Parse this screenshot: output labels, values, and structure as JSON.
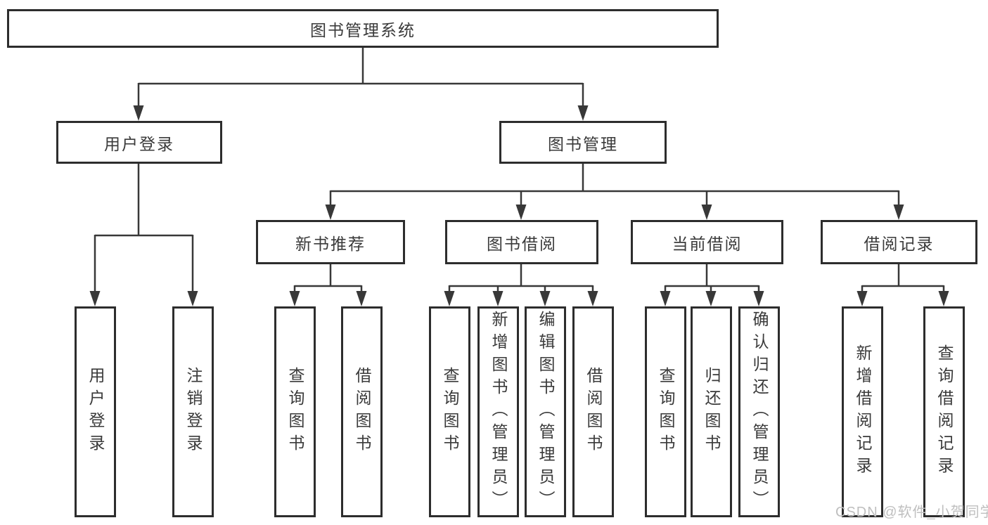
{
  "diagram": {
    "title": "图书管理系统",
    "root": {
      "label": "图书管理系统"
    },
    "branches": [
      {
        "label": "用户登录",
        "children": [
          {
            "label": "用户登录"
          },
          {
            "label": "注销登录"
          }
        ]
      },
      {
        "label": "图书管理",
        "children": [
          {
            "label": "新书推荐",
            "children": [
              {
                "label": "查询图书"
              },
              {
                "label": "借阅图书"
              }
            ]
          },
          {
            "label": "图书借阅",
            "children": [
              {
                "label": "查询图书"
              },
              {
                "label": "新增图书（管理员）"
              },
              {
                "label": "编辑图书（管理员）"
              },
              {
                "label": "借阅图书"
              }
            ]
          },
          {
            "label": "当前借阅",
            "children": [
              {
                "label": "查询图书"
              },
              {
                "label": "归还图书"
              },
              {
                "label": "确认归还（管理员）"
              }
            ]
          },
          {
            "label": "借阅记录",
            "children": [
              {
                "label": "新增借阅记录"
              },
              {
                "label": "查询借阅记录"
              }
            ]
          }
        ]
      }
    ]
  },
  "watermark": {
    "text": "CSDN @软件_小贺同学"
  },
  "colors": {
    "line": "#383838",
    "box_border": "#2d2d2d",
    "text": "#3a3a3a",
    "watermark": "#bfbfbf",
    "background": "#ffffff"
  }
}
